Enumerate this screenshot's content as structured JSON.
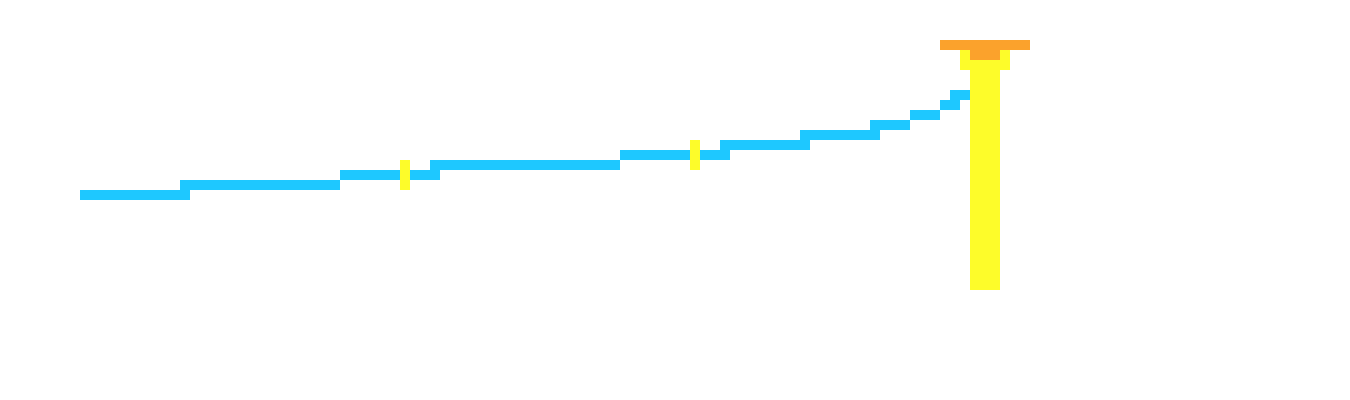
{
  "scene": {
    "background": "#ffffff",
    "sprites": {
      "track": {
        "icon": "pixel-track-line",
        "color": "#1ec8ff"
      },
      "marker": {
        "icon": "pixel-marker-post",
        "color": "#fdfc2a"
      },
      "tower": {
        "icon": "pixel-tower-post",
        "color": "#fdfc2a"
      },
      "tower_cap": {
        "icon": "pixel-tower-cap",
        "color": "#fba22c"
      }
    }
  }
}
